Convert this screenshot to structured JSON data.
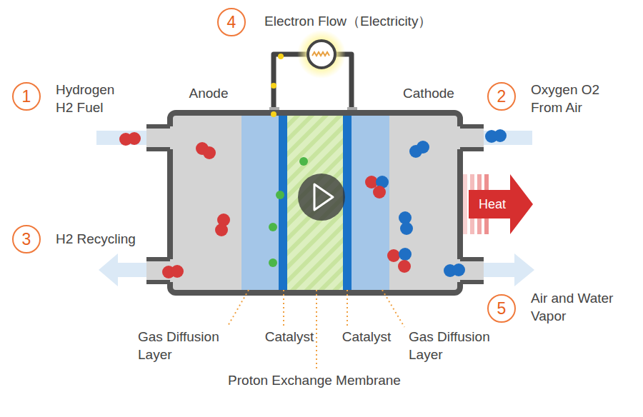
{
  "diagram": {
    "nodes": [
      {
        "text": [
          "4"
        ]
      },
      {
        "text": [
          "1"
        ]
      },
      {
        "text": [
          "2"
        ]
      },
      {
        "text": [
          "Heat"
        ]
      },
      {
        "text": [
          "3"
        ]
      },
      {
        "text": [
          "5"
        ]
      }
    ],
    "labels": [
      "Electron Flow（Electricity）",
      "Hydrogen H2 Fuel",
      "Oxygen O2 From Air",
      "H2 Recycling",
      "Air and Water Vapor",
      "Anode",
      "Cathode",
      "Gas Diffusion Layer",
      "Catalyst",
      "Catalyst",
      "Gas Diffusion Layer",
      "Proton Exchange Membrane"
    ]
  }
}
